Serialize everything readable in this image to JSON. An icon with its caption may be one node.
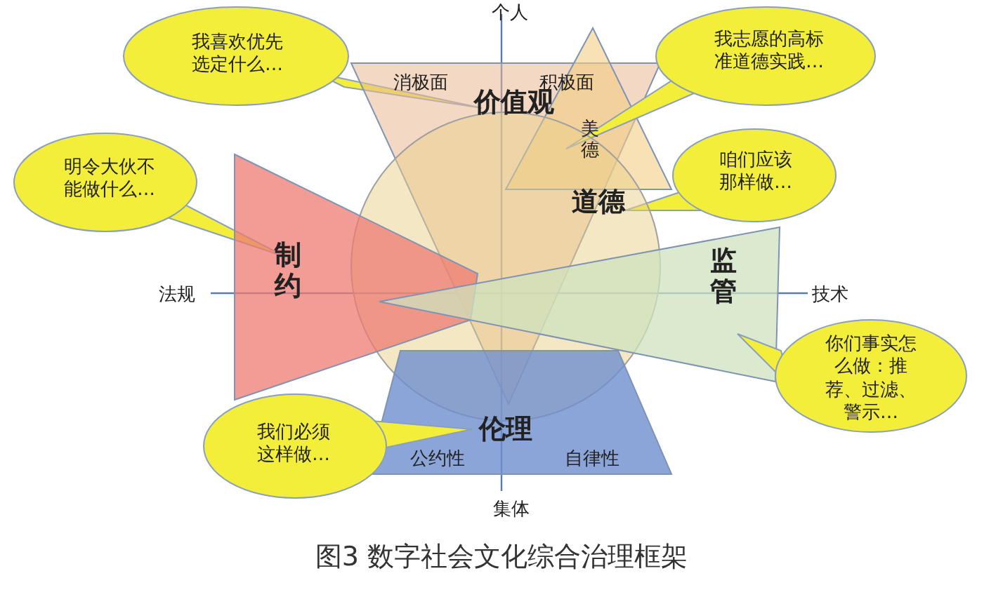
{
  "diagram": {
    "caption": "图3 数字社会文化综合治理框架",
    "nodes": [
      {
        "text": [
          "我喜欢优先选定什么…"
        ]
      },
      {
        "text": [
          "价值观"
        ]
      },
      {
        "text": [
          "美德"
        ]
      },
      {
        "text": [
          "我志愿的高标准道德实践…"
        ]
      },
      {
        "text": [
          "明令大伙不能做什么…"
        ]
      },
      {
        "text": [
          "咱们应该那样做…"
        ]
      },
      {
        "text": [
          "道德"
        ]
      },
      {
        "text": [
          "制约"
        ]
      },
      {
        "text": [
          "监管"
        ]
      },
      {
        "text": [
          "你们事实怎么做：推荐、过滤、警示…"
        ]
      },
      {
        "text": [
          "伦理"
        ]
      },
      {
        "text": [
          "我们必须这样做…"
        ]
      }
    ],
    "labels": [
      "个人",
      "消极面",
      "积极面",
      "法规",
      "技术",
      "公约性",
      "自律性",
      "集体"
    ]
  }
}
